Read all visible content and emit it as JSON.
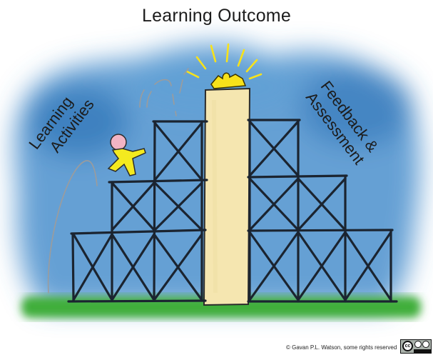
{
  "diagram": {
    "title": "Learning Outcome",
    "left_label": [
      "Learning",
      "Activities"
    ],
    "right_label": [
      "Feedback &",
      "Assessment"
    ],
    "credit": "© Gavan P.L. Watson, some rights reserved",
    "license_badge": "CC BY-NC"
  },
  "colors": {
    "sky": "#3f86c4",
    "grass": "#3fae3a",
    "pillar": "#f5e6b0",
    "figure": "#f4ea1f",
    "head": "#f2b4c4",
    "lightbulb": "#f7e21a",
    "scaffold": "#1b2430"
  },
  "icons": {
    "outcome": "puzzle-piece-icon",
    "learner": "stick-figure-icon",
    "license": "creative-commons-icon"
  }
}
